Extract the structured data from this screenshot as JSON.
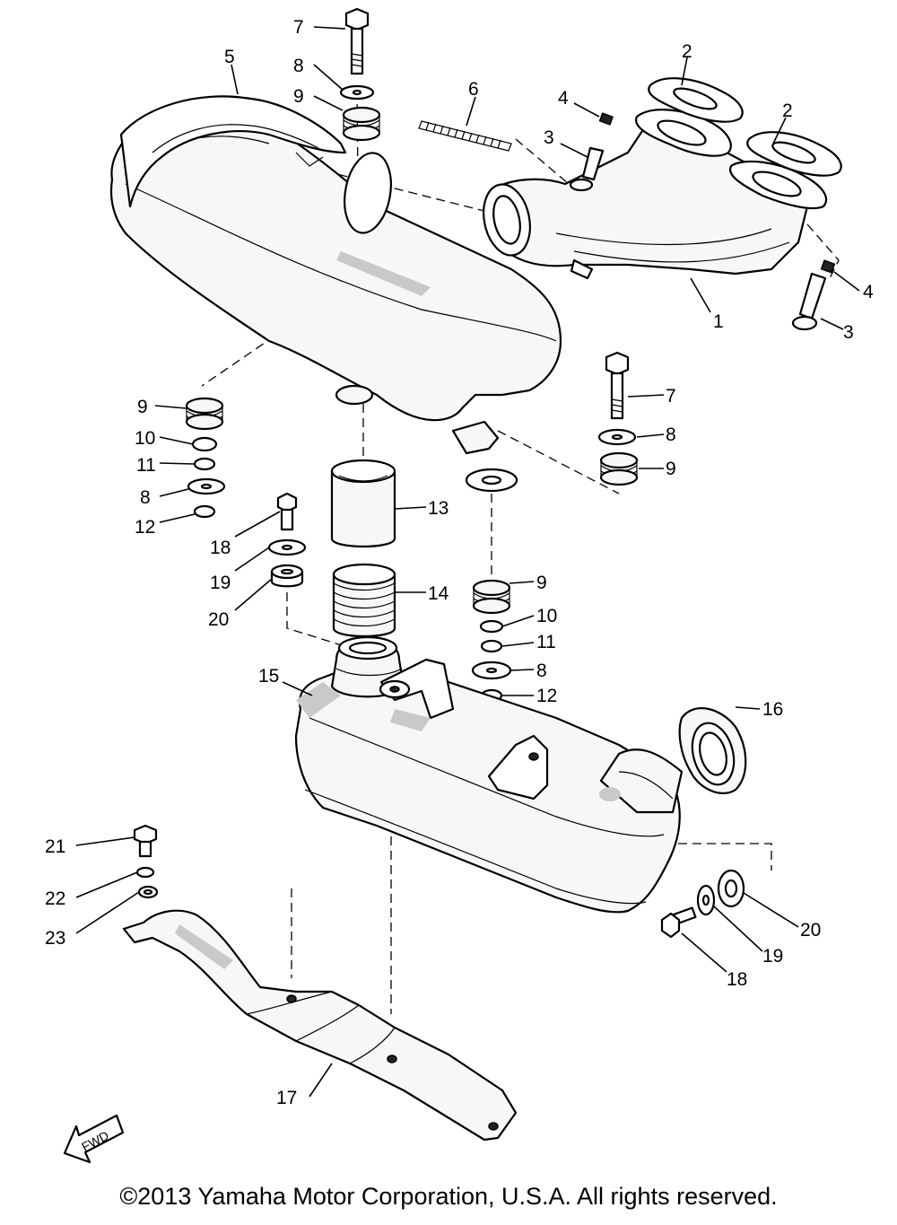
{
  "diagram": {
    "callouts": [
      "7",
      "8",
      "9",
      "5",
      "6",
      "4",
      "3",
      "2",
      "2",
      "1",
      "4",
      "3",
      "9",
      "10",
      "11",
      "8",
      "12",
      "7",
      "8",
      "9",
      "18",
      "19",
      "20",
      "13",
      "14",
      "9",
      "10",
      "11",
      "8",
      "12",
      "15",
      "16",
      "21",
      "22",
      "23",
      "20",
      "19",
      "18",
      "17"
    ],
    "fwd_label": "FWD"
  },
  "footer": {
    "copyright": "©2013 Yamaha Motor Corporation, U.S.A. All rights reserved."
  }
}
